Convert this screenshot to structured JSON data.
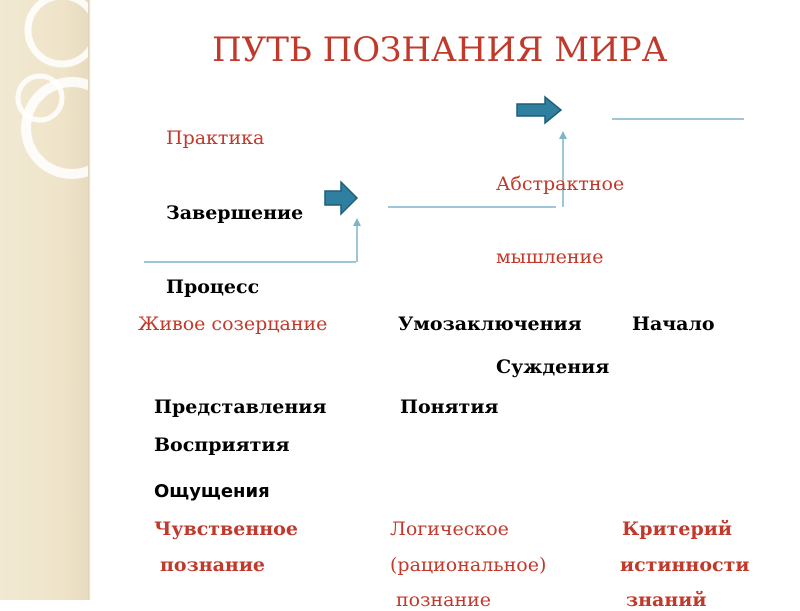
{
  "title": "ПУТЬ ПОЗНАНИЯ МИРА",
  "labels": {
    "practice": "Практика",
    "completion": "Завершение",
    "process": "Процесс",
    "abstract_thinking_1": "Абстрактное",
    "abstract_thinking_2": "мышление",
    "live_contemplation": "Живое созерцание",
    "inferences": "Умозаключения",
    "beginning": "Начало",
    "judgments": "Суждения",
    "representations": "Представления",
    "concepts": "Понятия",
    "perceptions": "Восприятия",
    "sensations": "Ощущения"
  },
  "bottom_row": {
    "sensory_1": "Чувственное",
    "sensory_2": "познание",
    "logical_1": "Логическое",
    "logical_2": "(рациональное)",
    "logical_3": "познание",
    "criterion_1": "Критерий",
    "criterion_2": "истинности",
    "criterion_3": "знаний"
  },
  "colors": {
    "title": "#c0392b",
    "accent_red": "#c0392b",
    "arrow_fill": "#2e7fa0",
    "line": "#7fb3c8",
    "sidebar": "#efe4c9"
  },
  "icons": [
    "arrow-right-icon",
    "arrow-right-icon"
  ]
}
